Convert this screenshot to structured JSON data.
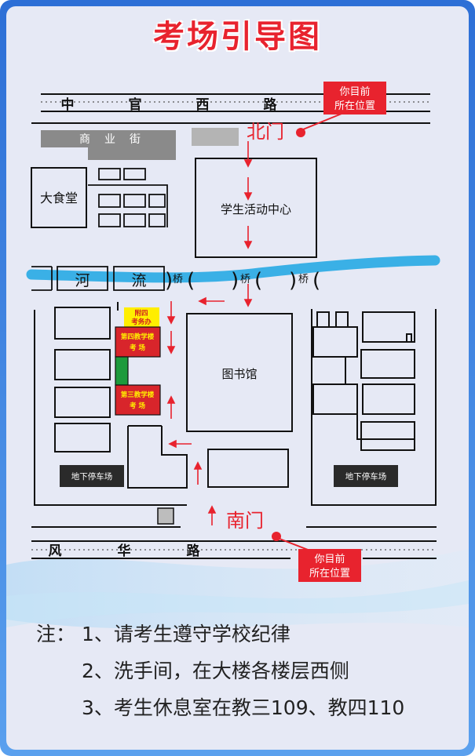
{
  "title": "考场引导图",
  "roads": {
    "north": [
      "中",
      "官",
      "西",
      "路"
    ],
    "south": [
      "风",
      "华",
      "路"
    ],
    "street": [
      "商",
      "业",
      "街"
    ],
    "river": [
      "河",
      "流"
    ]
  },
  "bridge_label": "桥",
  "gates": {
    "north": "北门",
    "south": "南门"
  },
  "you_are_here": {
    "north": [
      "你目前",
      "所在位置"
    ],
    "south": [
      "你目前",
      "所在位置"
    ]
  },
  "buildings": {
    "canteen": "大食堂",
    "student_center": "学生活动中心",
    "library": "图书馆",
    "parking_west": "地下停车场",
    "parking_east": "地下停车场",
    "exam_office": [
      "附四",
      "考务办"
    ],
    "teaching4": [
      "第四教学楼",
      "考 场"
    ],
    "teaching3": [
      "第三教学楼",
      "考 场"
    ]
  },
  "colors": {
    "accent_red": "#e8232e",
    "river_blue": "#3ab0e6",
    "exam_yellow": "#ffee00",
    "green_block": "#1e9a3c"
  },
  "notes": {
    "label": "注：",
    "items": [
      "1、请考生遵守学校纪律",
      "2、洗手间，在大楼各楼层西侧",
      "3、考生休息室在教三109、教四110"
    ]
  }
}
